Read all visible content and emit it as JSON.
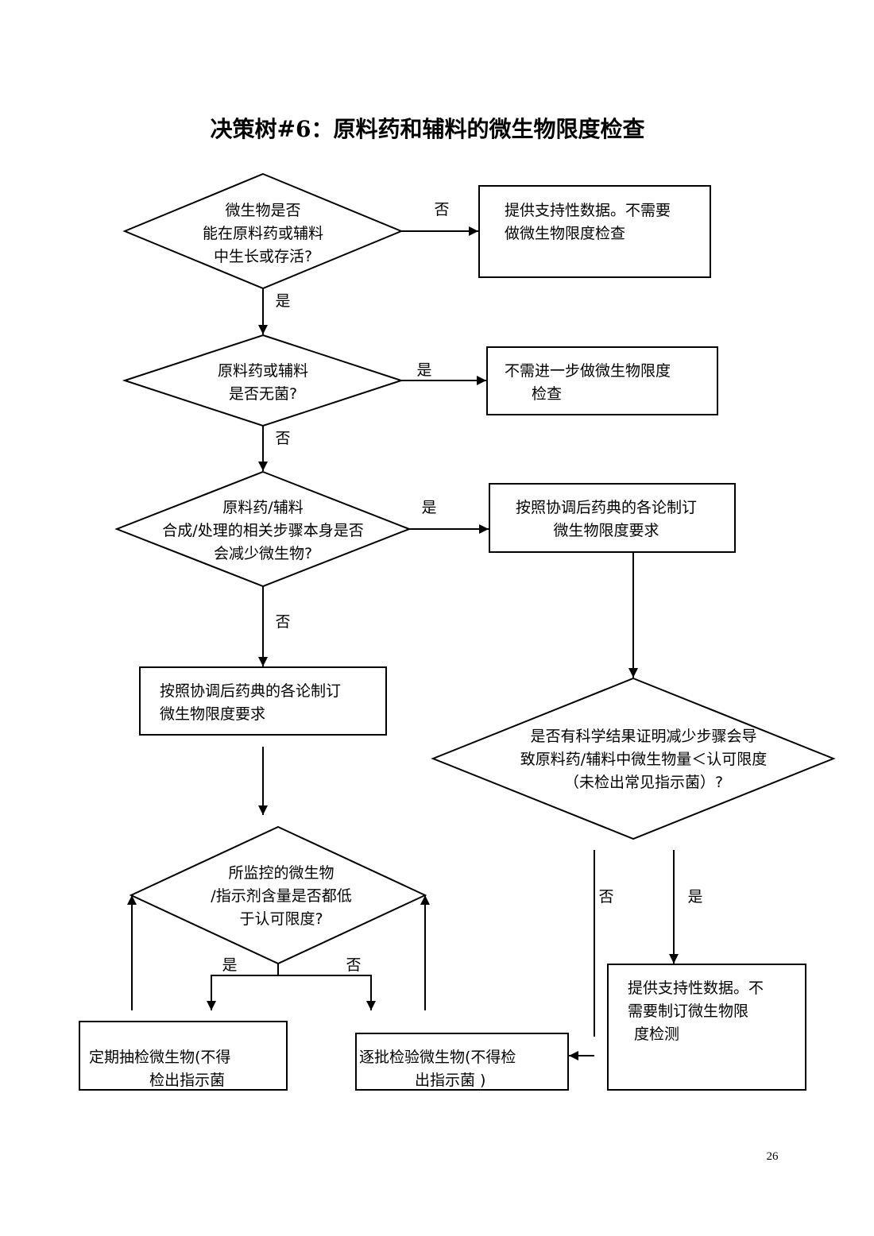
{
  "title": "决策树#6：原料药和辅料的微生物限度检查",
  "page_number": "26",
  "nodes": {
    "d1": {
      "type": "decision",
      "lines": [
        "微生物是否",
        "能在原料药或辅料",
        "中生长或存活?"
      ]
    },
    "b1": {
      "type": "process",
      "lines": [
        "提供支持性数据。不需要",
        "做微生物限度检查"
      ]
    },
    "d2": {
      "type": "decision",
      "lines": [
        "原料药或辅料",
        "是否无菌?"
      ]
    },
    "b2": {
      "type": "process",
      "lines": [
        "不需进一步做微生物限度",
        "检查"
      ]
    },
    "d3": {
      "type": "decision",
      "lines": [
        "原料药/辅料",
        "合成/处理的相关步骤本身是否",
        "会减少微生物?"
      ]
    },
    "b3": {
      "type": "process",
      "lines": [
        "按照协调后药典的各论制订",
        "微生物限度要求"
      ]
    },
    "b4": {
      "type": "process",
      "lines": [
        "按照协调后药典的各论制订",
        "微生物限度要求"
      ]
    },
    "d4": {
      "type": "decision",
      "lines": [
        "是否有科学结果证明减少步骤会导",
        "致原料药/辅料中微生物量＜认可限度",
        "（未检出常见指示菌）?"
      ]
    },
    "d5": {
      "type": "decision",
      "lines": [
        "所监控的微生物",
        "/指示剂含量是否都低",
        "于认可限度?"
      ]
    },
    "b5": {
      "type": "process",
      "lines": [
        "定期抽检微生物(不得",
        "检出指示菌"
      ]
    },
    "b6": {
      "type": "process",
      "lines": [
        "逐批检验微生物(不得检",
        "出指示菌 )"
      ]
    },
    "b7": {
      "type": "process",
      "lines": [
        "提供支持性数据。不",
        "需要制订微生物限",
        "度检测"
      ]
    }
  },
  "edges": [
    {
      "from": "d1",
      "to": "b1",
      "label": "否"
    },
    {
      "from": "d1",
      "to": "d2",
      "label": "是"
    },
    {
      "from": "d2",
      "to": "b2",
      "label": "是"
    },
    {
      "from": "d2",
      "to": "d3",
      "label": "否"
    },
    {
      "from": "d3",
      "to": "b3",
      "label": "是"
    },
    {
      "from": "d3",
      "to": "b4",
      "label": "否"
    },
    {
      "from": "b3",
      "to": "d4",
      "label": ""
    },
    {
      "from": "b4",
      "to": "d5",
      "label": ""
    },
    {
      "from": "d4",
      "to": "b7",
      "label": "是"
    },
    {
      "from": "d4",
      "to": "b6",
      "label": "否"
    },
    {
      "from": "d5",
      "to": "b5",
      "label": "是"
    },
    {
      "from": "d5",
      "to": "b6",
      "label": "否"
    },
    {
      "from": "b5",
      "to": "d5",
      "label": ""
    },
    {
      "from": "b6",
      "to": "d5",
      "label": ""
    }
  ]
}
